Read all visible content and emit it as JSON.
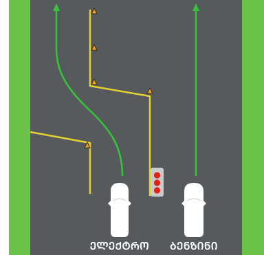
{
  "scene": {
    "colors": {
      "road": "#565a5d",
      "grass": "#6cc24a",
      "lane_line": "#e4d233",
      "route": "#35c43a",
      "car": "#ffffff",
      "light_red": "#e2231a",
      "light_housing": "#c9cbcd",
      "cone": "#f0a12b"
    },
    "cars": [
      {
        "id": "left-car",
        "label": "ᲔᲚᲔᲥᲢᲠᲝ"
      },
      {
        "id": "right-car",
        "label": "ᲑᲔᲜᲖᲘᲜᲘ"
      }
    ],
    "traffic_light": {
      "lit_color": "red",
      "lamps": 3
    },
    "routes": [
      "left-car-route-weaving",
      "right-car-route-straight"
    ],
    "warning_markers": 5
  }
}
